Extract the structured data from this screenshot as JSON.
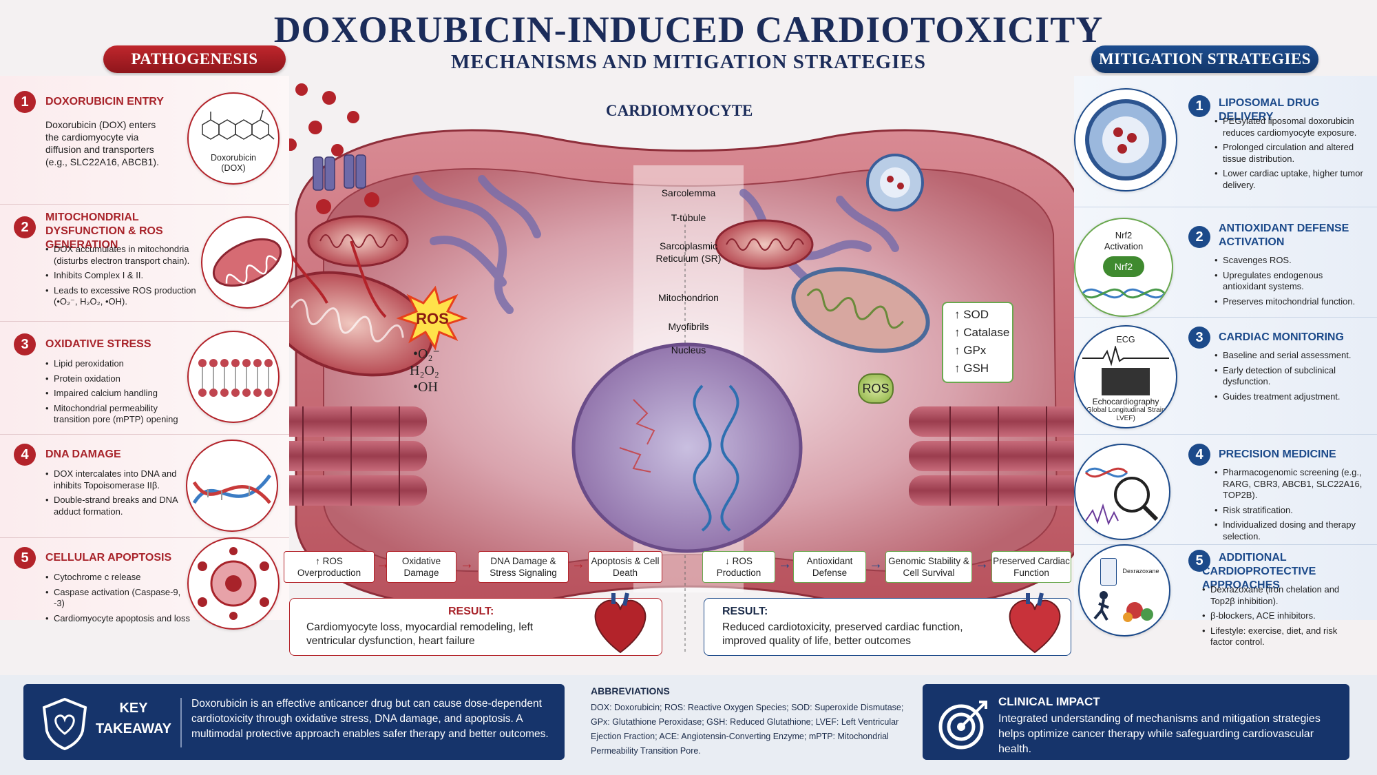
{
  "header": {
    "title": "DOXORUBICIN-INDUCED CARDIOTOXICITY",
    "subtitle": "MECHANISMS AND MITIGATION STRATEGIES",
    "left_pill": "PATHOGENESIS",
    "right_pill": "MITIGATION STRATEGIES"
  },
  "pathogenesis": [
    {
      "num": "1",
      "title": "DOXORUBICIN ENTRY",
      "text": "Doxorubicin (DOX) enters the cardiomyocyte via diffusion and transporters (e.g., SLC22A16, ABCB1).",
      "image_label": "Doxorubicin (DOX)",
      "icon": "doxorubicin-molecule-icon"
    },
    {
      "num": "2",
      "title": "MITOCHONDRIAL DYSFUNCTION & ROS GENERATION",
      "bullets": [
        "DOX accumulates in mitochondria (disturbs electron transport chain).",
        "Inhibits Complex I & II.",
        "Leads to excessive ROS production (•O₂⁻, H₂O₂, •OH)."
      ],
      "icon": "mitochondrion-icon"
    },
    {
      "num": "3",
      "title": "OXIDATIVE STRESS",
      "bullets": [
        "Lipid peroxidation",
        "Protein oxidation",
        "Impaired calcium handling",
        "Mitochondrial permeability transition pore (mPTP) opening"
      ],
      "icon": "lipid-bilayer-icon"
    },
    {
      "num": "4",
      "title": "DNA DAMAGE",
      "bullets": [
        "DOX intercalates into DNA and inhibits Topoisomerase IIβ.",
        "Double-strand breaks and DNA adduct formation."
      ],
      "icon": "dna-helix-icon"
    },
    {
      "num": "5",
      "title": "CELLULAR APOPTOSIS",
      "bullets": [
        "Cytochrome c release",
        "Caspase activation (Caspase-9, -3)",
        "Cardiomyocyte apoptosis and loss"
      ],
      "icon": "apoptotic-cell-icon"
    }
  ],
  "mitigation": [
    {
      "num": "1",
      "title": "LIPOSOMAL DRUG DELIVERY",
      "bullets": [
        "PEGylated liposomal doxorubicin reduces cardiomyocyte exposure.",
        "Prolonged circulation and altered tissue distribution.",
        "Lower cardiac uptake, higher tumor delivery."
      ],
      "icon": "liposome-icon"
    },
    {
      "num": "2",
      "title": "ANTIOXIDANT DEFENSE ACTIVATION",
      "bullets": [
        "Scavenges ROS.",
        "Upregulates endogenous antioxidant systems.",
        "Preserves mitochondrial function."
      ],
      "image_label_1": "Nrf2",
      "image_label_2": "Activation",
      "image_badge": "Nrf2",
      "icon": "nrf2-dna-icon"
    },
    {
      "num": "3",
      "title": "CARDIAC MONITORING",
      "bullets": [
        "Baseline and serial assessment.",
        "Early detection of subclinical dysfunction.",
        "Guides treatment adjustment."
      ],
      "image_label_top": "ECG",
      "image_label_bottom": "Echocardiography",
      "image_label_sub": "(Global Longitudinal Strain, LVEF)",
      "icon": "ecg-echo-icon"
    },
    {
      "num": "4",
      "title": "PRECISION MEDICINE",
      "bullets": [
        "Pharmacogenomic screening (e.g., RARG, CBR3, ABCB1, SLC22A16, TOP2B).",
        "Risk stratification.",
        "Individualized dosing and therapy selection."
      ],
      "icon": "genomic-magnifier-icon"
    },
    {
      "num": "5",
      "title": "ADDITIONAL CARDIOPROTECTIVE APPROACHES",
      "bullets": [
        "Dexrazoxane (iron chelation and Top2β inhibition).",
        "β-blockers, ACE inhibitors.",
        "Lifestyle: exercise, diet, and risk factor control."
      ],
      "image_label": "Dexrazoxane",
      "icon": "drug-vial-lifestyle-icon"
    }
  ],
  "center": {
    "cell_title": "CARDIOMYOCYTE",
    "labels": [
      "Sarcolemma",
      "T-tubule",
      "Sarcoplasmic Reticulum (SR)",
      "Mitochondrion",
      "Myofibrils",
      "Nucleus"
    ],
    "ros_left": "ROS",
    "ros_species": [
      "•O₂⁻",
      "H₂O₂",
      "•OH"
    ],
    "ros_right": "ROS",
    "antioxidants": [
      "↑ SOD",
      "↑ Catalase",
      "↑ GPx",
      "↑ GSH"
    ]
  },
  "flow_left": [
    "↑ ROS Overproduction",
    "Oxidative Damage",
    "DNA Damage & Stress Signaling",
    "Apoptosis & Cell Death"
  ],
  "flow_right": [
    "↓ ROS Production",
    "Antioxidant Defense",
    "Genomic Stability & Cell Survival",
    "Preserved Cardiac Function"
  ],
  "result_left": {
    "title": "RESULT:",
    "text": "Cardiomyocyte loss, myocardial remodeling, left ventricular dysfunction, heart failure"
  },
  "result_right": {
    "title": "RESULT:",
    "text": "Reduced cardiotoxicity, preserved cardiac function, improved quality of life, better outcomes"
  },
  "key_takeaway": {
    "title_1": "KEY",
    "title_2": "TAKEAWAY",
    "text": "Doxorubicin is an effective anticancer drug but can cause dose-dependent cardiotoxicity through oxidative stress, DNA damage, and apoptosis. A multimodal protective approach enables safer therapy and better outcomes."
  },
  "abbreviations": {
    "title": "ABBREVIATIONS",
    "text": "DOX: Doxorubicin; ROS: Reactive Oxygen Species; SOD: Superoxide Dismutase; GPx: Glutathione Peroxidase; GSH: Reduced Glutathione; LVEF: Left Ventricular Ejection Fraction; ACE: Angiotensin-Converting Enzyme; mPTP: Mitochondrial Permeability Transition Pore."
  },
  "clinical_impact": {
    "title": "CLINICAL IMPACT",
    "text": "Integrated understanding of mechanisms and mitigation strategies helps optimize cancer therapy while safeguarding cardiovascular health."
  },
  "colors": {
    "red": "#b3232a",
    "navy": "#1c4a8a",
    "green": "#6aa84f",
    "bottom_panel": "#16346b"
  }
}
